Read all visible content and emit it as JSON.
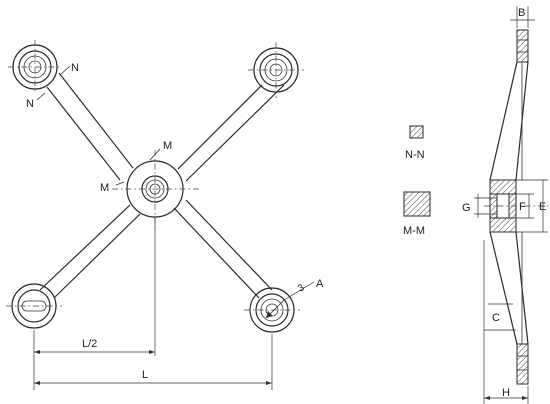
{
  "labels": {
    "section_n_top": "N",
    "section_n_bottom": "N",
    "section_m_top": "M",
    "section_m_bottom": "M",
    "dim_half_length": "L/2",
    "dim_length": "L",
    "hole_note_a": "A",
    "hole_note_num": "3",
    "section_nn": "N-N",
    "section_mm": "M-M",
    "dim_b": "B",
    "dim_c": "C",
    "dim_e": "E",
    "dim_f": "F",
    "dim_g": "G",
    "dim_h": "H"
  }
}
